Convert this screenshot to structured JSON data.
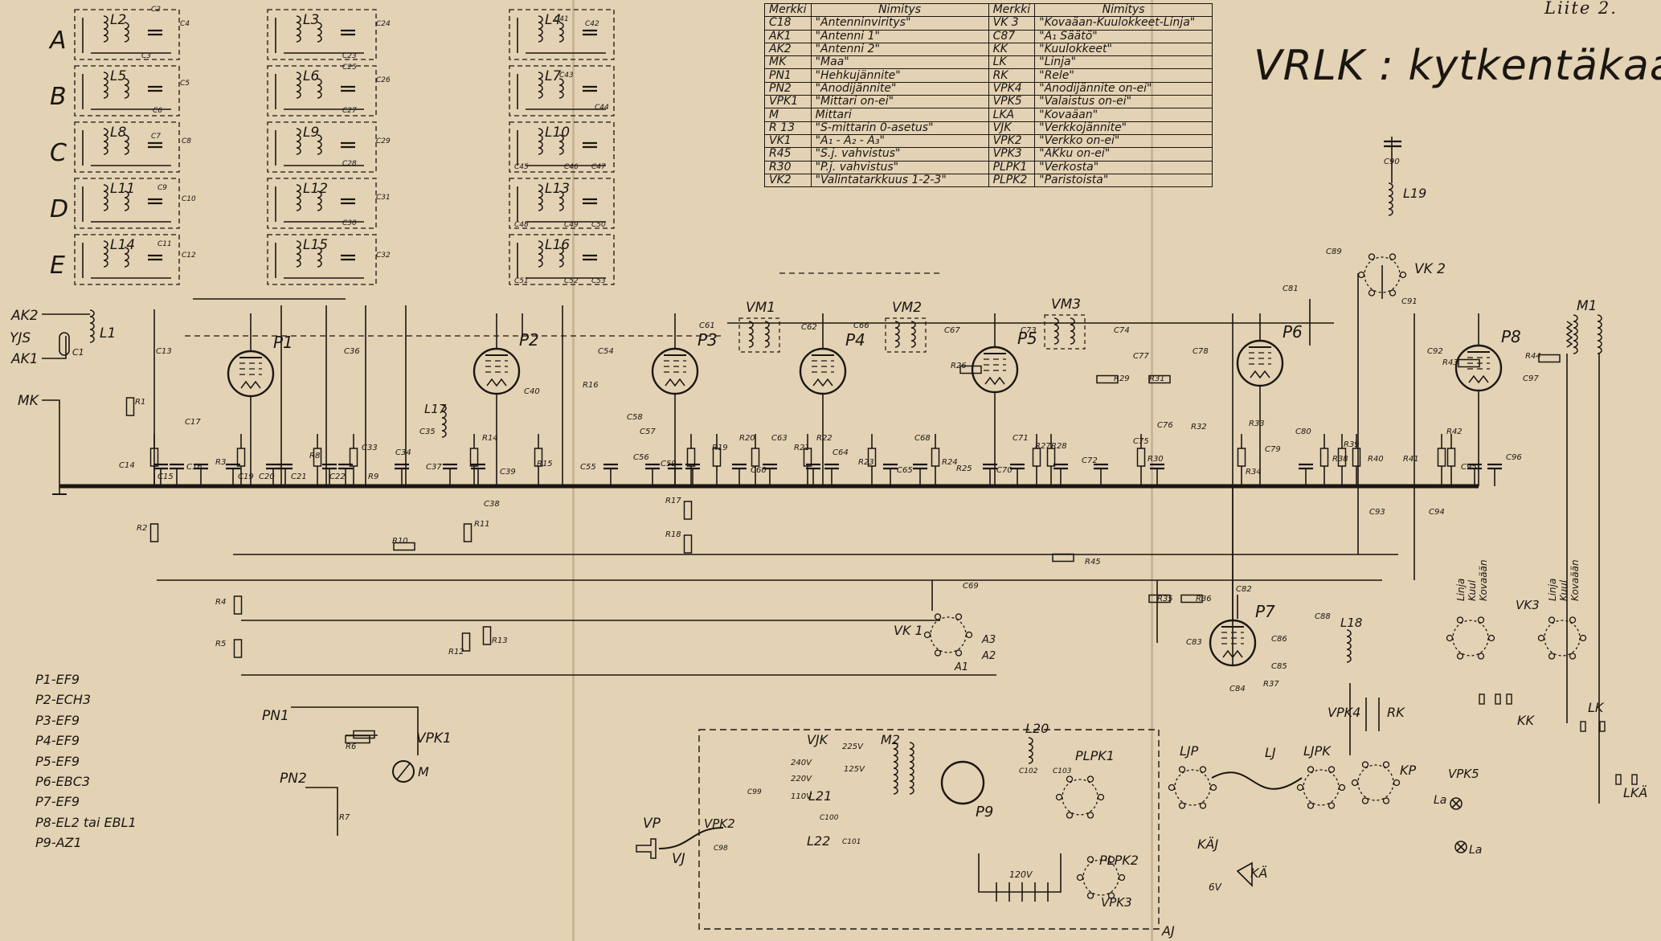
{
  "page": {
    "appendix": "Liite 2.",
    "title": "VRLK : kytkentäkaavio"
  },
  "legend": {
    "headers": [
      "Merkki",
      "Nimitys",
      "Merkki",
      "Nimitys"
    ],
    "rows": [
      [
        "C18",
        "\"Antenninviritys\"",
        "VK 3",
        "\"Kovaäan-Kuulokkeet-Linja\""
      ],
      [
        "AK1",
        "\"Antenni 1\"",
        "C87",
        "\"A₁ Säätö\""
      ],
      [
        "AK2",
        "\"Antenni 2\"",
        "KK",
        "\"Kuulokkeet\""
      ],
      [
        "MK",
        "\"Maa\"",
        "LK",
        "\"Linja\""
      ],
      [
        "PN1",
        "\"Hehkujännite\"",
        "RK",
        "\"Rele\""
      ],
      [
        "PN2",
        "\"Anodijännite\"",
        "VPK4",
        "\"Anodijännite on-ei\""
      ],
      [
        "VPK1",
        "\"Mittari on-ei\"",
        "VPK5",
        "\"Valaistus on-ei\""
      ],
      [
        "M",
        "Mittari",
        "LKÄ",
        "\"Kovaäan\""
      ],
      [
        "R 13",
        "\"S-mittarin 0-asetus\"",
        "VJK",
        "\"Verkkojännite\""
      ],
      [
        "VK1",
        "\"A₁ - A₂ - A₃\"",
        "VPK2",
        "\"Verkko on-ei\""
      ],
      [
        "R45",
        "\"S.j. vahvistus\"",
        "VPK3",
        "\"AKku on-ei\""
      ],
      [
        "R30",
        "\"P.j. vahvistus\"",
        "PLPK1",
        "\"Verkosta\""
      ],
      [
        "VK2",
        "\"Valintatarkkuus 1-2-3\"",
        "PLPK2",
        "\"Paristoista\""
      ]
    ]
  },
  "tubes": [
    "P1-EF9",
    "P2-ECH3",
    "P3-EF9",
    "P4-EF9",
    "P5-EF9",
    "P6-EBC3",
    "P7-EF9",
    "P8-EL2 tai EBL1",
    "P9-AZ1"
  ],
  "bands": [
    "A",
    "B",
    "C",
    "D",
    "E"
  ],
  "labels": {
    "ak2": "AK2",
    "yjs": "YJS",
    "ak1": "AK1",
    "mk": "MK",
    "l1": "L1",
    "c1": "C1",
    "p1": "P1",
    "p2": "P2",
    "p3": "P3",
    "p4": "P4",
    "p5": "P5",
    "p6": "P6",
    "p7": "P7",
    "p8": "P8",
    "p9": "P9",
    "vm1": "VM1",
    "vm2": "VM2",
    "vm3": "VM3",
    "m1": "M1",
    "vk1": "VK 1",
    "vk2": "VK 2",
    "vk3": "VK3",
    "pn1": "PN1",
    "pn2": "PN2",
    "vpk1": "VPK1",
    "vpk2": "VPK2",
    "vpk3": "VPK3",
    "vpk4": "VPK4",
    "vpk5": "VPK5",
    "meter": "M",
    "rk": "RK",
    "kp": "KP",
    "kk": "KK",
    "lk": "LK",
    "lka": "LKÄ",
    "la1": "La",
    "la2": "La",
    "ljp": "LJP",
    "lj": "LJ",
    "ljpk": "LJPK",
    "kaj": "KÄJ",
    "ka": "KÄ",
    "aj": "AJ",
    "vp": "VP",
    "vj": "VJ",
    "vjk": "VJK",
    "m2": "M2",
    "l20": "L20",
    "l21": "L21",
    "l22": "L22",
    "plpk1": "PLPK1",
    "plpk2": "PLPK2",
    "l17": "L17",
    "l18": "L18",
    "l19": "L19",
    "v240": "240V",
    "v220": "220V",
    "v110": "110V",
    "v125": "125V",
    "v225": "225V",
    "v120": "120V",
    "v6": "6V",
    "a1": "A1",
    "a2": "A2",
    "a3": "A3",
    "linja": "Linja",
    "kuul": "Kuul",
    "kovaan": "Kovaään"
  },
  "coils": {
    "col1": [
      [
        "L2"
      ],
      [
        "L5"
      ],
      [
        "L8"
      ],
      [
        "L11"
      ],
      [
        "L14"
      ]
    ],
    "col2": [
      [
        "L3"
      ],
      [
        "L6"
      ],
      [
        "L9"
      ],
      [
        "L12"
      ],
      [
        "L15"
      ]
    ],
    "col3": [
      [
        "L4"
      ],
      [
        "L7"
      ],
      [
        "L10"
      ],
      [
        "L13"
      ],
      [
        "L16"
      ]
    ]
  },
  "components": {
    "resistors": [
      "R1",
      "R2",
      "R3",
      "R4",
      "R5",
      "R6",
      "R7",
      "R8",
      "R9",
      "R10",
      "R11",
      "R12",
      "R13",
      "R14",
      "R15",
      "R16",
      "R17",
      "R18",
      "R19",
      "R20",
      "R21",
      "R22",
      "R23",
      "R24",
      "R25",
      "R26",
      "R27",
      "R28",
      "R29",
      "R30",
      "R31",
      "R32",
      "R33",
      "R34",
      "R35",
      "R36",
      "R37",
      "R38",
      "R39",
      "R40",
      "R41",
      "R42",
      "R43",
      "R44",
      "R45"
    ],
    "capacitors": [
      "C13",
      "C14",
      "C15",
      "C16",
      "C17",
      "C19",
      "C20",
      "C21",
      "C22",
      "C33",
      "C34",
      "C35",
      "C36",
      "C37",
      "C38",
      "C39",
      "C40",
      "C54",
      "C55",
      "C56",
      "C57",
      "C58",
      "C59",
      "C60",
      "C61",
      "C62",
      "C63",
      "C64",
      "C65",
      "C66",
      "C67",
      "C68",
      "C69",
      "C70",
      "C71",
      "C72",
      "C73",
      "C74",
      "C75",
      "C76",
      "C77",
      "C78",
      "C79",
      "C80",
      "C81",
      "C82",
      "C83",
      "C84",
      "C85",
      "C86",
      "C88",
      "C89",
      "C90",
      "C91",
      "C92",
      "C93",
      "C94",
      "C95",
      "C96",
      "C97"
    ],
    "coil_caps": [
      "C2",
      "C3",
      "C4",
      "C5",
      "C6",
      "C7",
      "C8",
      "C9",
      "C10",
      "C11",
      "C12",
      "C23",
      "C24",
      "C25",
      "C26",
      "C27",
      "C28",
      "C29",
      "C30",
      "C31",
      "C32",
      "C41",
      "C42",
      "C43",
      "C44",
      "C45",
      "C46",
      "C47",
      "C48",
      "C49",
      "C50",
      "C51",
      "C52",
      "C53"
    ],
    "psu_caps": [
      "C98",
      "C99",
      "C100",
      "C101",
      "C102",
      "C103"
    ]
  },
  "colors": {
    "paper": "#e3d2b4",
    "ink": "#1a1612"
  }
}
